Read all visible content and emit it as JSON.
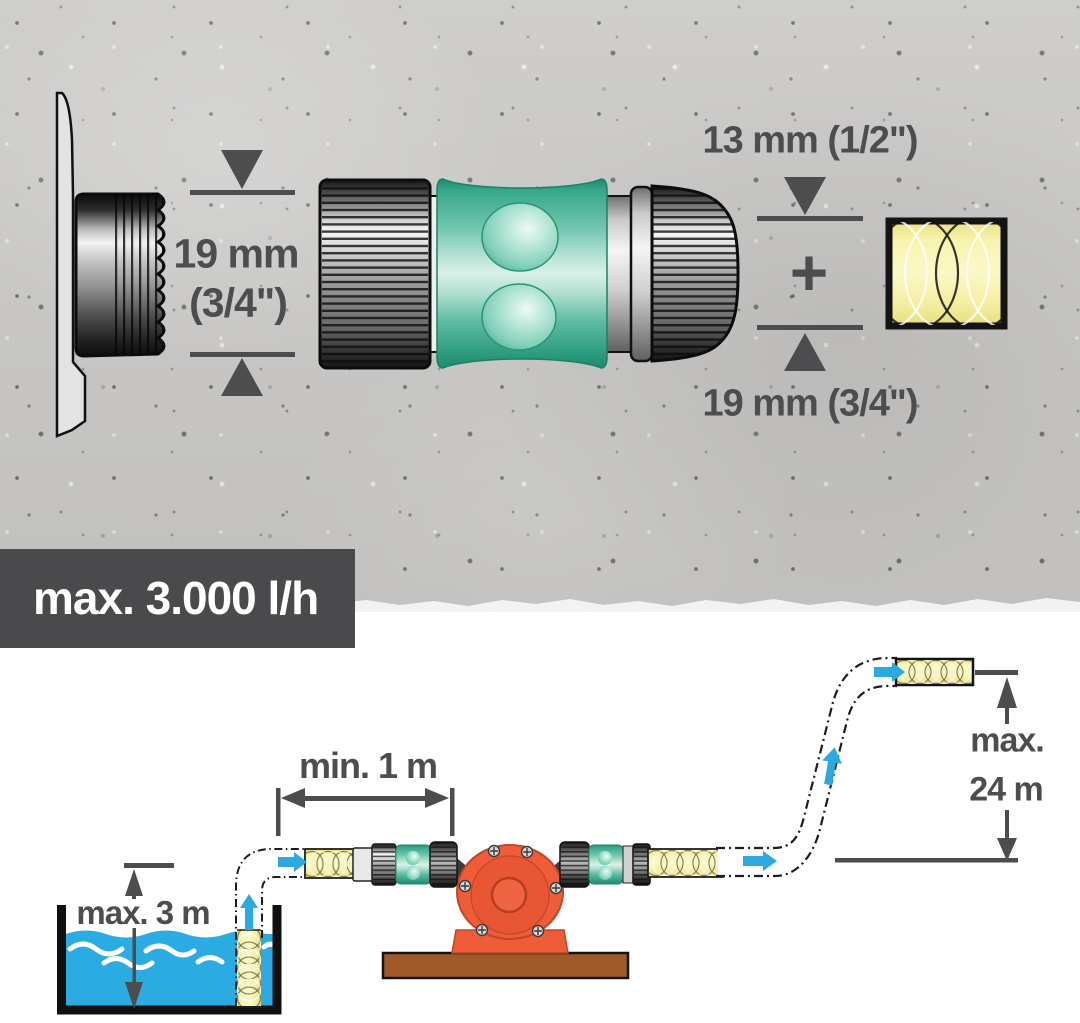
{
  "top_diagram": {
    "tap_thread_dimension": {
      "line1": "19 mm",
      "line2": "(3/4\")"
    },
    "hose_dimension": {
      "top": "13 mm (1/2\")",
      "plus": "+",
      "bottom": "19 mm (3/4\")"
    }
  },
  "flow_badge": {
    "text": "max. 3.000 l/h"
  },
  "install_diagram": {
    "min_distance_label": "min. 1 m",
    "suction_height_label": "max. 3 m",
    "delivery_head_label_line1": "max.",
    "delivery_head_label_line2": "24 m"
  },
  "colors": {
    "badge_background": "#4a4a4c",
    "label_gray": "#4d4d50",
    "accent_teal": "#35a98c",
    "pump_red": "#ee5c38",
    "water_blue": "#2aabe2",
    "arrow_blue": "#2ba9e0",
    "hose_yellow": "#f6f1a4",
    "board_brown": "#a05a2a",
    "concrete_gray": "#cbcac8"
  }
}
